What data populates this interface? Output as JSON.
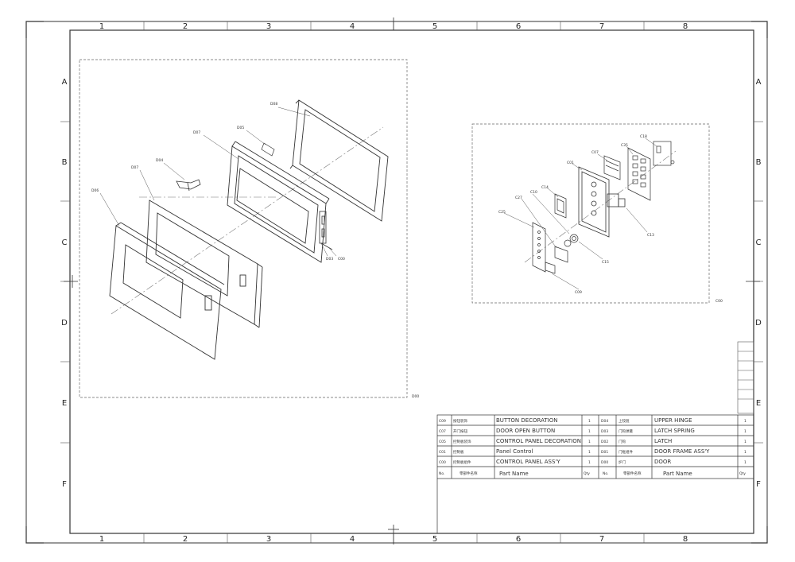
{
  "zones": {
    "columns": [
      "1",
      "2",
      "3",
      "4",
      "5",
      "6",
      "7",
      "8"
    ],
    "rows": [
      "A",
      "B",
      "C",
      "D",
      "E",
      "F"
    ]
  },
  "assembly_labels": {
    "left": "D00",
    "right": "C00"
  },
  "callouts_left": [
    "D08",
    "D05",
    "D07",
    "D04",
    "D07",
    "D06",
    "D03",
    "C00"
  ],
  "callouts_right": [
    "C18",
    "C35",
    "C07",
    "C01",
    "C14",
    "C10",
    "C27",
    "C25",
    "C13",
    "C15",
    "C09"
  ],
  "parts_table": {
    "left_rows": [
      {
        "no": "C09",
        "cn": "按钮装饰",
        "name": "BUTTON DECORATION",
        "qty": "1"
      },
      {
        "no": "C07",
        "cn": "开门按钮",
        "name": "DOOR OPEN BUTTON",
        "qty": "1"
      },
      {
        "no": "C05",
        "cn": "控制板装饰",
        "name": "CONTROL PANEL DECORATION",
        "qty": "1"
      },
      {
        "no": "C01",
        "cn": "控制板",
        "name": "Panel Control",
        "qty": "1"
      },
      {
        "no": "C00",
        "cn": "控制板组件",
        "name": "CONTROL PANEL ASS'Y",
        "qty": "1"
      }
    ],
    "right_rows": [
      {
        "no": "D04",
        "cn": "上铰链",
        "name": "UPPER HINGE",
        "qty": "1"
      },
      {
        "no": "D03",
        "cn": "门钩弹簧",
        "name": "LATCH SPRING",
        "qty": "1"
      },
      {
        "no": "D02",
        "cn": "门钩",
        "name": "LATCH",
        "qty": "1"
      },
      {
        "no": "D01",
        "cn": "门框组件",
        "name": "DOOR FRAME ASS'Y",
        "qty": "1"
      },
      {
        "no": "D00",
        "cn": "炉门",
        "name": "DOOR",
        "qty": "1"
      }
    ],
    "header": {
      "no": "No.",
      "cn": "零部件名称",
      "name": "Part Name",
      "qty": "Qty",
      "no2": "No.",
      "cn2": "零部件名称",
      "name2": "Part Name",
      "qty2": "Qty"
    }
  }
}
